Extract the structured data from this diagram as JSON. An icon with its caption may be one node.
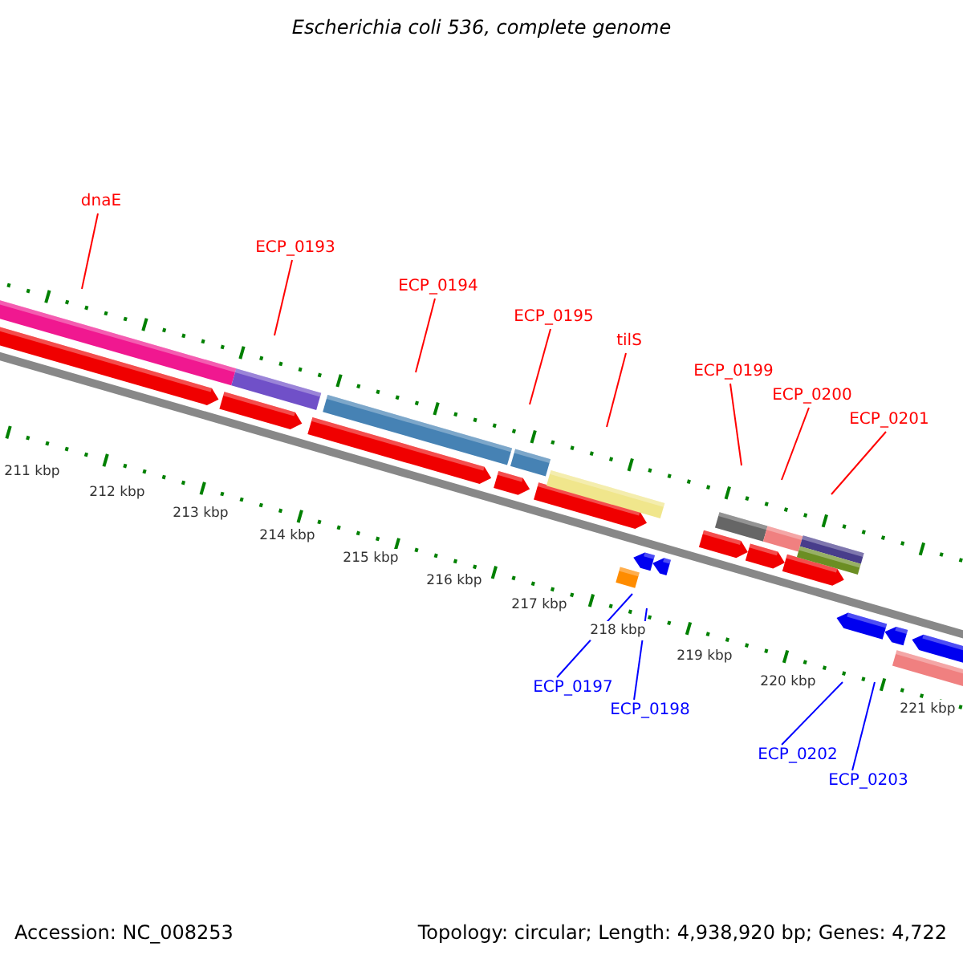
{
  "diagram": {
    "title": "Escherichia coli 536, complete genome",
    "nodes": [
      {
        "text": [
          "dnaE"
        ]
      },
      {
        "text": [
          "ECP_0193"
        ]
      },
      {
        "text": [
          "ECP_0194"
        ]
      },
      {
        "text": [
          "ECP_0195"
        ]
      },
      {
        "text": [
          "tilS"
        ]
      },
      {
        "text": [
          "ECP_0199"
        ]
      },
      {
        "text": [
          "ECP_0200"
        ]
      },
      {
        "text": [
          "ECP_0201"
        ]
      },
      {
        "text": [
          "ECP_0197"
        ]
      },
      {
        "text": [
          "ECP_0198"
        ]
      },
      {
        "text": [
          "ECP_0202"
        ]
      },
      {
        "text": [
          "ECP_0203"
        ]
      }
    ],
    "edges": [
      {
        "from": 0,
        "to": null,
        "arrow": "none"
      },
      {
        "from": 1,
        "to": null,
        "arrow": "none"
      },
      {
        "from": 2,
        "to": null,
        "arrow": "none"
      },
      {
        "from": 3,
        "to": null,
        "arrow": "none"
      },
      {
        "from": 4,
        "to": null,
        "arrow": "none"
      },
      {
        "from": 5,
        "to": null,
        "arrow": "none"
      },
      {
        "from": 6,
        "to": null,
        "arrow": "none"
      },
      {
        "from": 7,
        "to": null,
        "arrow": "none"
      },
      {
        "from": 8,
        "to": null,
        "arrow": "none",
        "color": "#0000ff"
      },
      {
        "from": 9,
        "to": null,
        "arrow": "none",
        "color": "#0000ff"
      },
      {
        "from": 10,
        "to": null,
        "arrow": "none",
        "color": "#0000ff"
      },
      {
        "from": 11,
        "to": null,
        "arrow": "none",
        "color": "#0000ff"
      }
    ],
    "labels": [
      "211 kbp",
      "212 kbp",
      "213 kbp",
      "214 kbp",
      "215 kbp",
      "216 kbp",
      "217 kbp",
      "218 kbp",
      "219 kbp",
      "220 kbp",
      "221 kbp",
      "Accession: NC_008253",
      "Topology: circular; Length: 4,938,920 bp; Genes: 4,722"
    ]
  }
}
